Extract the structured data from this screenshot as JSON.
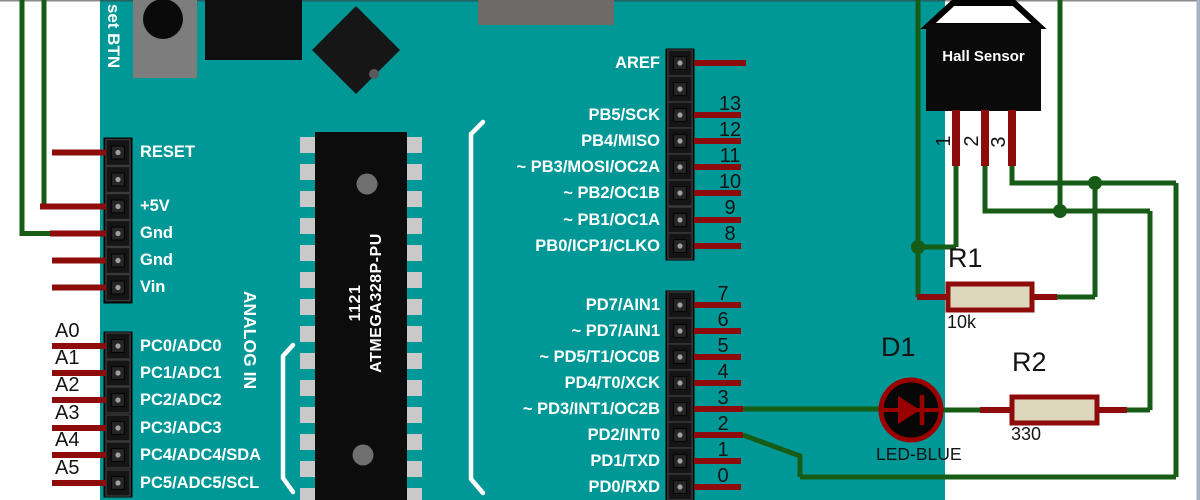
{
  "colors": {
    "board_teal": "#009896",
    "wire_red": "#8e0b0b",
    "wire_green": "#165c16",
    "resistor_fill": "#dcd7bd",
    "led_symbol_red": "#9b0000",
    "bracket_white": "#ffffff"
  },
  "board": {
    "reset_button_label": "set BTN",
    "analog_group_label": "ANALOG IN",
    "mcu": {
      "marking_line1": "1121",
      "marking_line2": "ATMEGA328P-PU"
    }
  },
  "headers": {
    "power": {
      "labels": [
        "RESET",
        "+5V",
        "Gnd",
        "Gnd",
        "Vin"
      ]
    },
    "analog": {
      "labels": [
        "PC0/ADC0",
        "PC1/ADC1",
        "PC2/ADC2",
        "PC3/ADC3",
        "PC4/ADC4/SDA",
        "PC5/ADC5/SCL"
      ],
      "external_labels": [
        "A0",
        "A1",
        "A2",
        "A3",
        "A4",
        "A5"
      ]
    },
    "digital_upper": {
      "aref_label": "AREF",
      "labels": [
        "PB5/SCK",
        "PB4/MISO",
        "~ PB3/MOSI/OC2A",
        "~ PB2/OC1B",
        "~ PB1/OC1A",
        "PB0/ICP1/CLKO"
      ],
      "numbers": [
        "13",
        "12",
        "11",
        "10",
        "9",
        "8"
      ]
    },
    "digital_lower": {
      "labels": [
        "PD7/AIN1",
        "~ PD7/AIN1",
        "~ PD5/T1/OC0B",
        "PD4/T0/XCK",
        "~ PD3/INT1/OC2B",
        "PD2/INT0",
        "PD1/TXD",
        "PD0/RXD"
      ],
      "numbers": [
        "7",
        "6",
        "5",
        "4",
        "3",
        "2",
        "1",
        "0"
      ]
    }
  },
  "components": {
    "hall_sensor": {
      "label": "Hall Sensor",
      "pin_numbers": [
        "1",
        "2",
        "3"
      ]
    },
    "r1": {
      "ref": "R1",
      "value": "10k"
    },
    "r2": {
      "ref": "R2",
      "value": "330"
    },
    "d1": {
      "ref": "D1",
      "value": "LED-BLUE"
    }
  }
}
